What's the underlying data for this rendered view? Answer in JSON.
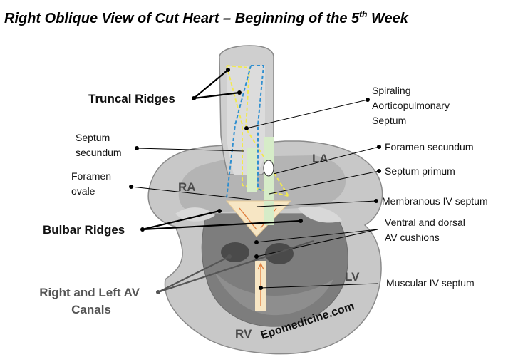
{
  "title": {
    "main": "Right Oblique View of Cut Heart – Beginning of the 5",
    "superscript": "th",
    "suffix": " Week"
  },
  "chambers": {
    "ra": "RA",
    "la": "LA",
    "lv": "LV",
    "rv": "RV"
  },
  "labels": {
    "truncal_ridges": "Truncal Ridges",
    "spiraling_line1": "Spiraling",
    "spiraling_line2": "Aorticopulmonary",
    "spiraling_line3": "Septum",
    "septum_secundum_line1": "Septum",
    "septum_secundum_line2": "secundum",
    "foramen_secundum": "Foramen secundum",
    "foramen_ovale_line1": "Foramen",
    "foramen_ovale_line2": "ovale",
    "septum_primum": "Septum primum",
    "membranous_iv_septum": "Membranous IV septum",
    "bulbar_ridges": "Bulbar Ridges",
    "av_cushions_line1": "Ventral and dorsal",
    "av_cushions_line2": "AV cushions",
    "av_canals_line1": "Right and Left AV",
    "av_canals_line2": "Canals",
    "muscular_iv_septum": "Muscular IV septum"
  },
  "watermark": "Epomedicine.com",
  "colors": {
    "heart_outer": "#c8c8c8",
    "heart_inner": "#a0a0a0",
    "ventricle": "#7a7a7a",
    "canal": "#4a4a4a",
    "truncus": "#cfcfcf",
    "septum_green": "#d6ecc8",
    "cushion": "#f7e6c4",
    "ridge_yellow": "#f2e94e",
    "ridge_blue": "#2f8fd0",
    "arrow_orange": "#e07b39",
    "lead_line": "#000000",
    "grey_label": "#555555"
  }
}
